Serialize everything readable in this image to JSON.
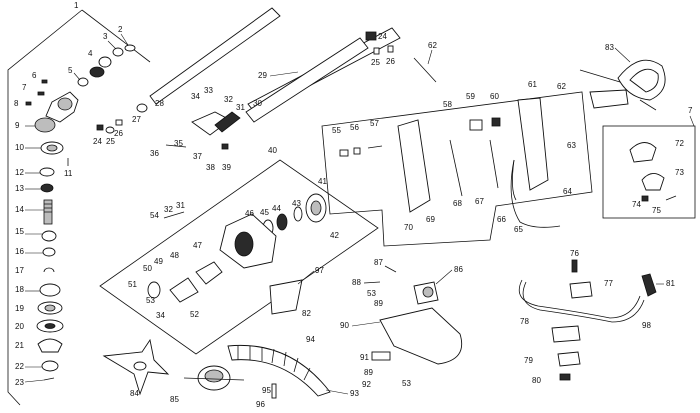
{
  "callouts": {
    "c1": "1",
    "c2": "2",
    "c3": "3",
    "c4": "4",
    "c5": "5",
    "c6": "6",
    "c7": "7",
    "c8": "8",
    "c9": "9",
    "c10": "10",
    "c11": "11",
    "c12": "12",
    "c13": "13",
    "c14": "14",
    "c15": "15",
    "c16": "16",
    "c17": "17",
    "c18": "18",
    "c19": "19",
    "c20": "20",
    "c21": "21",
    "c22": "22",
    "c23": "23",
    "c24a": "24",
    "c25": "25",
    "c26a": "26",
    "c27": "27",
    "c28": "28",
    "c29": "29",
    "c30": "30",
    "c31a": "31",
    "c32a": "32",
    "c33": "33",
    "c34": "34",
    "c35": "35",
    "c36": "36",
    "c37": "37",
    "c38": "38",
    "c39": "39",
    "c24b": "24",
    "c25b": "25",
    "c26b": "26",
    "c62": "62",
    "c83": "83",
    "c7b": "7",
    "c40": "40",
    "c41": "41",
    "c42": "42",
    "c43": "43",
    "c44": "44",
    "c45": "45",
    "c46": "46",
    "c47": "47",
    "c48": "48",
    "c49": "49",
    "c50": "50",
    "c51": "51",
    "c52": "52",
    "c53": "53",
    "c54": "54",
    "c32b": "32",
    "c31b": "31",
    "c55": "55",
    "c56": "56",
    "c57": "57",
    "c58": "58",
    "c59": "59",
    "c60": "60",
    "c61": "61",
    "c62b": "62",
    "c63": "63",
    "c64": "64",
    "c65": "65",
    "c66": "66",
    "c67": "67",
    "c68": "68",
    "c69": "69",
    "c70": "70",
    "c72": "72",
    "c73": "73",
    "c74": "74",
    "c75": "75",
    "c76": "76",
    "c77": "77",
    "c78": "78",
    "c79": "79",
    "c80": "80",
    "c81": "81",
    "c98": "98",
    "c86": "86",
    "c87": "87",
    "c88": "88",
    "c53b": "53",
    "c89": "89",
    "c90": "90",
    "c91": "91",
    "c89b": "89",
    "c92": "92",
    "c53c": "53",
    "c97": "97",
    "c82": "82",
    "c94": "94",
    "c84": "84",
    "c85": "85",
    "c95": "95",
    "c96": "96",
    "c93": "93"
  }
}
